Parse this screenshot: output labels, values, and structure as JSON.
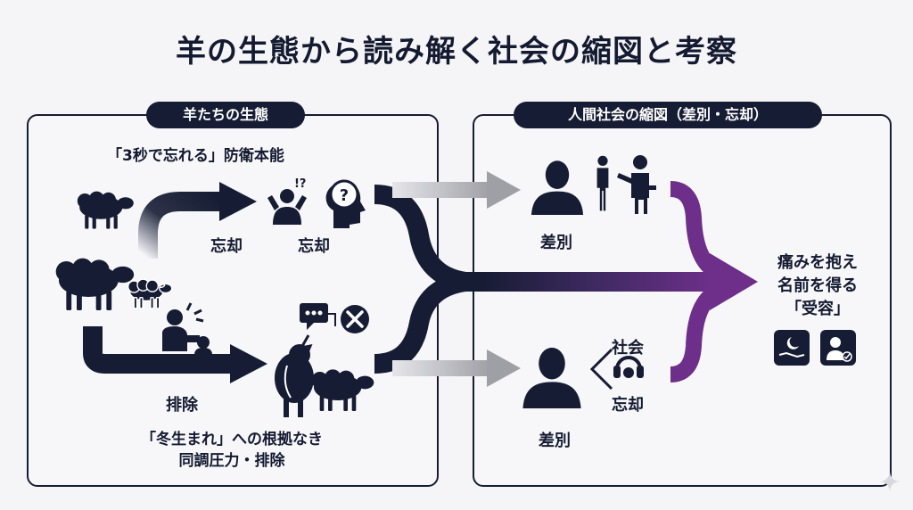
{
  "title": "羊の生態から読み解く社会の縮図と考察",
  "left_panel": {
    "tag": "羊たちの生態",
    "heading": "「3秒で忘れる」防衛本能",
    "label_forget_1": "忘却",
    "label_forget_2": "忘却",
    "label_exclusion": "排除",
    "footer_line1": "「冬生まれ」への根拠なき",
    "footer_line2": "同調圧力・排除"
  },
  "right_panel": {
    "tag": "人間社会の縮図（差別・忘却）",
    "label_discrimination_top": "差別",
    "label_society": "社会",
    "label_forget": "忘却",
    "label_discrimination_bottom": "差別"
  },
  "outcome": {
    "line1": "痛みを抱え",
    "line2": "名前を得る",
    "line3": "「受容」"
  },
  "colors": {
    "navy": "#161c33",
    "purple": "#6e2f8a",
    "gray": "#a9aab0",
    "background": "#f5f5f8"
  },
  "icons": [
    "sheep-icon",
    "person-icon",
    "question-head-icon",
    "speech-bubble-icon",
    "x-circle-icon",
    "headphones-icon",
    "hand-moon-icon",
    "person-check-icon",
    "sparkle-icon"
  ]
}
